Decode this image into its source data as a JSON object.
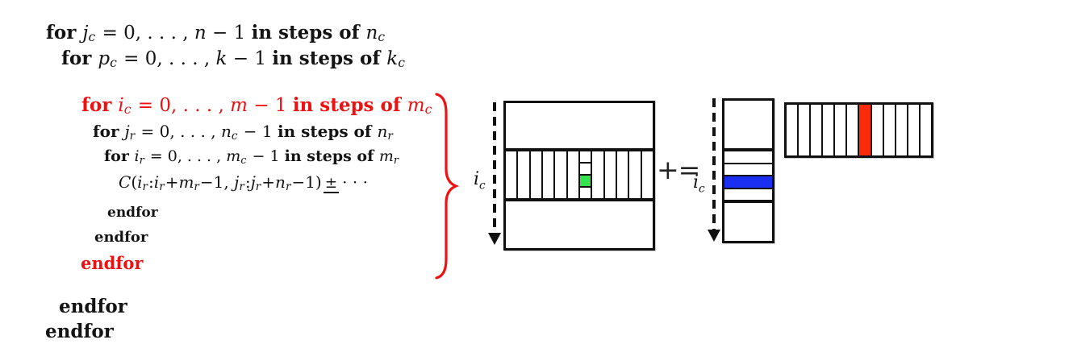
{
  "colors": {
    "emphasis_red": "#ee1111",
    "ink": "#111111",
    "micro_tile_green": "#35e24d",
    "block_blue": "#1a2ff2",
    "panel_red": "#fb2b0a"
  },
  "code": {
    "lines": [
      {
        "name": "for-jc",
        "emphasis": false,
        "segments": [
          [
            "kw",
            "for "
          ],
          [
            "m",
            "j"
          ],
          [
            "sb",
            "c"
          ],
          [
            "pl",
            " = 0, . . . , "
          ],
          [
            "m",
            "n"
          ],
          [
            "pl",
            " − 1 "
          ],
          [
            "kw",
            "in steps of "
          ],
          [
            "m",
            "n"
          ],
          [
            "sb",
            "c"
          ]
        ]
      },
      {
        "name": "for-pc",
        "emphasis": false,
        "segments": [
          [
            "kw",
            "for "
          ],
          [
            "m",
            "p"
          ],
          [
            "sb",
            "c"
          ],
          [
            "pl",
            " = 0, . . . , "
          ],
          [
            "m",
            "k"
          ],
          [
            "pl",
            " − 1 "
          ],
          [
            "kw",
            "in steps of "
          ],
          [
            "m",
            "k"
          ],
          [
            "sb",
            "c"
          ]
        ]
      },
      {
        "name": "for-ic",
        "emphasis": true,
        "segments": [
          [
            "kw",
            "for "
          ],
          [
            "m",
            "i"
          ],
          [
            "sb",
            "c"
          ],
          [
            "pl",
            " = 0, . . . , "
          ],
          [
            "m",
            "m"
          ],
          [
            "pl",
            " − 1 "
          ],
          [
            "kw",
            "in steps of "
          ],
          [
            "m",
            "m"
          ],
          [
            "sb",
            "c"
          ]
        ]
      },
      {
        "name": "for-jr",
        "emphasis": false,
        "segments": [
          [
            "kw",
            "for "
          ],
          [
            "m",
            "j"
          ],
          [
            "sb",
            "r"
          ],
          [
            "pl",
            " = 0, . . . , "
          ],
          [
            "m",
            "n"
          ],
          [
            "sb",
            "c"
          ],
          [
            "pl",
            " − 1 "
          ],
          [
            "kw",
            "in steps of "
          ],
          [
            "m",
            "n"
          ],
          [
            "sb",
            "r"
          ]
        ]
      },
      {
        "name": "for-ir",
        "emphasis": false,
        "segments": [
          [
            "kw",
            "for "
          ],
          [
            "m",
            "i"
          ],
          [
            "sb",
            "r"
          ],
          [
            "pl",
            " = 0, . . . , "
          ],
          [
            "m",
            "m"
          ],
          [
            "sb",
            "c"
          ],
          [
            "pl",
            " − 1 "
          ],
          [
            "kw",
            "in steps of "
          ],
          [
            "m",
            "m"
          ],
          [
            "sb",
            "r"
          ]
        ]
      },
      {
        "name": "update-c",
        "emphasis": false,
        "segments": [
          [
            "m",
            "C"
          ],
          [
            "pl",
            "("
          ],
          [
            "m",
            "i"
          ],
          [
            "sb",
            "r"
          ],
          [
            "pl",
            ":"
          ],
          [
            "m",
            "i"
          ],
          [
            "sb",
            "r"
          ],
          [
            "pl",
            "+"
          ],
          [
            "m",
            "m"
          ],
          [
            "sb",
            "r"
          ],
          [
            "pl",
            "−1, "
          ],
          [
            "m",
            "j"
          ],
          [
            "sb",
            "r"
          ],
          [
            "pl",
            ":"
          ],
          [
            "m",
            "j"
          ],
          [
            "sb",
            "r"
          ],
          [
            "pl",
            "+"
          ],
          [
            "m",
            "n"
          ],
          [
            "sb",
            "r"
          ],
          [
            "pl",
            "−1)"
          ],
          [
            "pmeq",
            "±"
          ],
          [
            "pl",
            "· · ·"
          ]
        ]
      },
      {
        "name": "endfor-ir",
        "emphasis": false,
        "segments": [
          [
            "kw",
            "endfor"
          ]
        ]
      },
      {
        "name": "endfor-jr",
        "emphasis": false,
        "segments": [
          [
            "kw",
            "endfor"
          ]
        ]
      },
      {
        "name": "endfor-ic",
        "emphasis": true,
        "segments": [
          [
            "kw",
            "endfor"
          ]
        ]
      },
      {
        "name": "endfor-pc",
        "emphasis": false,
        "segments": [
          [
            "kw",
            "endfor"
          ]
        ]
      },
      {
        "name": "endfor-jc",
        "emphasis": false,
        "segments": [
          [
            "kw",
            "endfor"
          ]
        ]
      }
    ]
  },
  "diagram": {
    "plus_equals": "+=",
    "loop_arrow_label": {
      "base": "i",
      "sub": "c"
    },
    "matrix_c": {
      "strips": 12,
      "highlight_strip": 7,
      "sub_cells": 4,
      "highlight_sub_cell": 3,
      "highlight_color_key": "micro_tile_green"
    },
    "matrix_a": {
      "strips": 4,
      "highlight_strip": 3,
      "highlight_color_key": "block_blue"
    },
    "matrix_b": {
      "strips": 12,
      "highlight_strip": 7,
      "highlight_color_key": "panel_red"
    }
  }
}
